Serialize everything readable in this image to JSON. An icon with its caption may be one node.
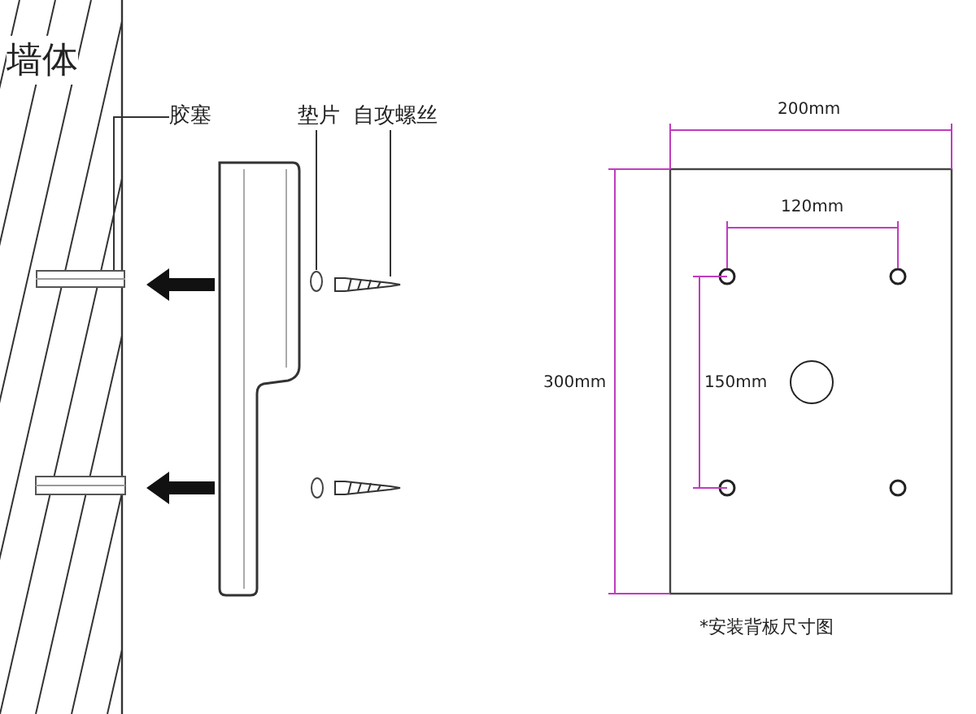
{
  "diagram": {
    "nodes": [
      {
        "text": [
          "胶塞"
        ]
      },
      {
        "text": [],
        "shape": "bar"
      },
      {
        "text": [
          "垫片"
        ]
      },
      {
        "text": [],
        "shape": "circle"
      },
      {
        "text": [
          "自攻螺丝"
        ]
      },
      {
        "text": [],
        "shape": "picture"
      }
    ],
    "edges": [
      {
        "from": 0,
        "to": 1,
        "arrow": "none"
      },
      {
        "from": 2,
        "to": 3,
        "arrow": "none"
      },
      {
        "from": 4,
        "to": 5,
        "arrow": "none"
      }
    ],
    "labels": [
      "墙体",
      "200mm",
      "120mm",
      "300mm",
      "150mm",
      "*安装背板尺寸图"
    ]
  }
}
